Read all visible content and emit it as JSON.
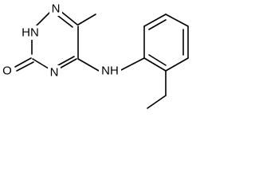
{
  "molecule": {
    "atoms": {
      "n1": "N",
      "n2": "HN",
      "o": "O",
      "n4": "N",
      "nh_link": "NH"
    }
  }
}
